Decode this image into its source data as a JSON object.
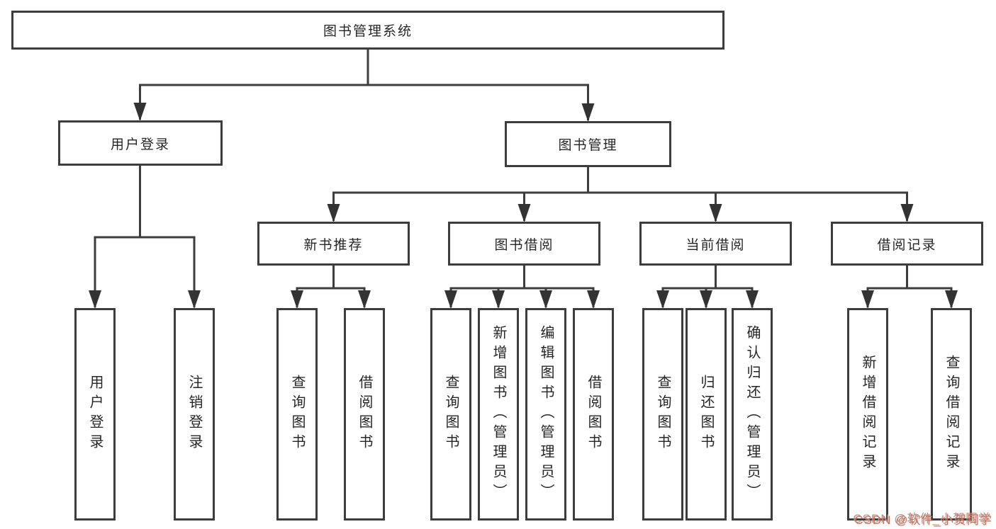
{
  "tree": {
    "root": {
      "label": "图书管理系统",
      "children": [
        {
          "label": "用户登录",
          "children": [
            {
              "label": "用户登录"
            },
            {
              "label": "注销登录"
            }
          ]
        },
        {
          "label": "图书管理",
          "children": [
            {
              "label": "新书推荐",
              "children": [
                {
                  "label": "查询图书"
                },
                {
                  "label": "借阅图书"
                }
              ]
            },
            {
              "label": "图书借阅",
              "children": [
                {
                  "label": "查询图书"
                },
                {
                  "label": "新增图书（管理员）"
                },
                {
                  "label": "编辑图书（管理员）"
                },
                {
                  "label": "借阅图书"
                }
              ]
            },
            {
              "label": "当前借阅",
              "children": [
                {
                  "label": "查询图书"
                },
                {
                  "label": "归还图书"
                },
                {
                  "label": "确认归还（管理员）"
                }
              ]
            },
            {
              "label": "借阅记录",
              "children": [
                {
                  "label": "新增借阅记录"
                },
                {
                  "label": "查询借阅记录"
                }
              ]
            }
          ]
        }
      ]
    }
  },
  "watermark": {
    "text": "CSDN @软件_小贺同学"
  },
  "colors": {
    "line": "#3d3d3d",
    "arrow": "#333333",
    "text": "#262626",
    "watermark_gray": "#9b9b9b",
    "watermark_red": "#fc5531"
  }
}
